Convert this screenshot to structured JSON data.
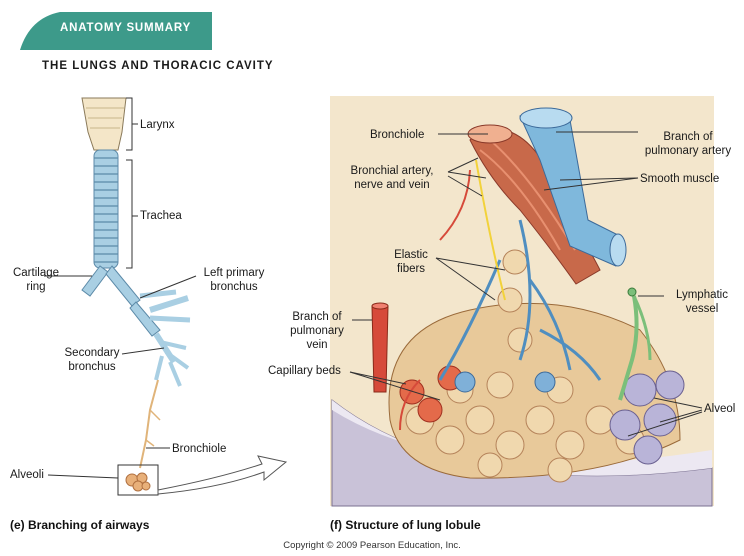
{
  "header": {
    "banner": "ANATOMY SUMMARY",
    "subtitle": "THE LUNGS AND THORACIC CAVITY"
  },
  "panel_e": {
    "labels": {
      "larynx": "Larynx",
      "trachea": "Trachea",
      "cartilage_ring": "Cartilage ring",
      "left_primary_bronchus": "Left primary bronchus",
      "secondary_bronchus": "Secondary bronchus",
      "bronchiole": "Bronchiole",
      "alveoli": "Alveoli"
    },
    "caption": "(e) Branching of airways"
  },
  "panel_f": {
    "labels": {
      "bronchiole": "Bronchiole",
      "bronchial_artery": "Bronchial artery, nerve and vein",
      "branch_pulmonary_artery": "Branch of pulmonary artery",
      "smooth_muscle": "Smooth muscle",
      "elastic_fibers": "Elastic fibers",
      "branch_pulmonary_vein": "Branch of pulmonary vein",
      "lymphatic_vessel": "Lymphatic vessel",
      "capillary_beds": "Capillary beds",
      "alveoli": "Alveol"
    },
    "caption": "(f) Structure of lung lobule"
  },
  "footer": {
    "copyright": "Copyright © 2009 Pearson Education, Inc."
  },
  "colors": {
    "banner": "#3d9a8a",
    "airway_blue": "#a9cfe3",
    "artery_blue": "#7fb8dc",
    "vein_red": "#d64a3a",
    "alveoli_tan": "#e8c99a",
    "lymph_green": "#7bbf7a",
    "panel_bg": "#f3e6cc"
  }
}
